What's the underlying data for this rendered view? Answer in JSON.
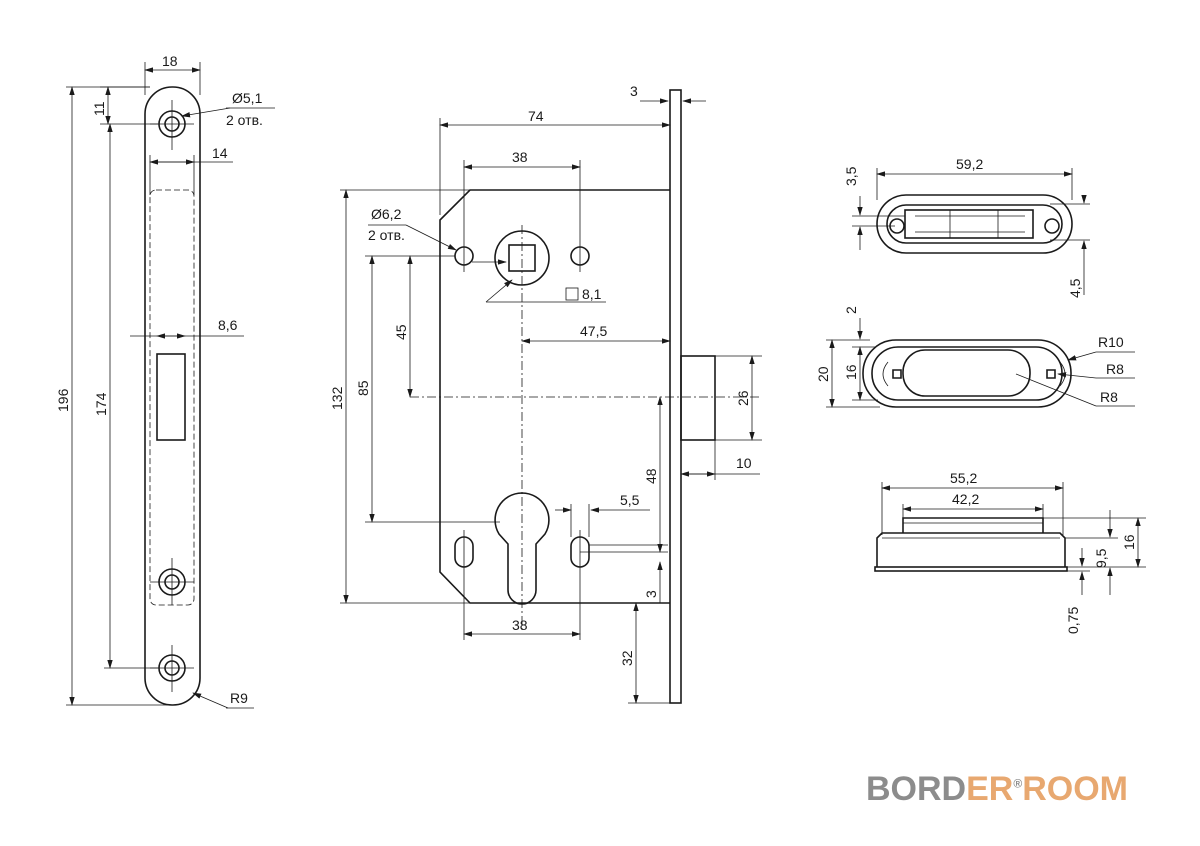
{
  "strike_plate": {
    "dims": {
      "width": "18",
      "hole_offset": "11",
      "hole_diameter": "Ø5,1",
      "hole_count": "2 отв.",
      "slot_width": "14",
      "latch_slot": "8,6",
      "total_height": "196",
      "hole_spacing": "174",
      "corner_radius": "R9"
    }
  },
  "lock_body": {
    "dims": {
      "faceplate": "3",
      "backset_total": "74",
      "top_holes": "38",
      "hole_diameter": "Ø6,2",
      "hole_count": "2 отв.",
      "square": "8,1",
      "body_height": "132",
      "center_distance": "85",
      "handle_offset": "45",
      "backset": "47,5",
      "latch_height": "26",
      "latch_projection": "10",
      "cylinder_offset": "48",
      "slot_width": "5,5",
      "bottom_gap": "3",
      "bottom_holes": "38",
      "faceplate_extension": "32"
    }
  },
  "latch_plate_top": {
    "dims": {
      "length": "59,2",
      "edge": "3,5",
      "thickness": "4,5"
    }
  },
  "latch_plate_front": {
    "dims": {
      "edge": "2",
      "outer_height": "20",
      "inner_height": "16",
      "r_outer": "R10",
      "r_inner": "R8",
      "r_inner2": "R8"
    }
  },
  "latch_plate_side": {
    "dims": {
      "outer_length": "55,2",
      "inner_length": "42,2",
      "height": "16",
      "inner_height": "9,5",
      "base": "0,75"
    }
  },
  "logo": {
    "part1": "BORD",
    "part2": "ER",
    "reg": "®",
    "part3": "ROOM"
  }
}
